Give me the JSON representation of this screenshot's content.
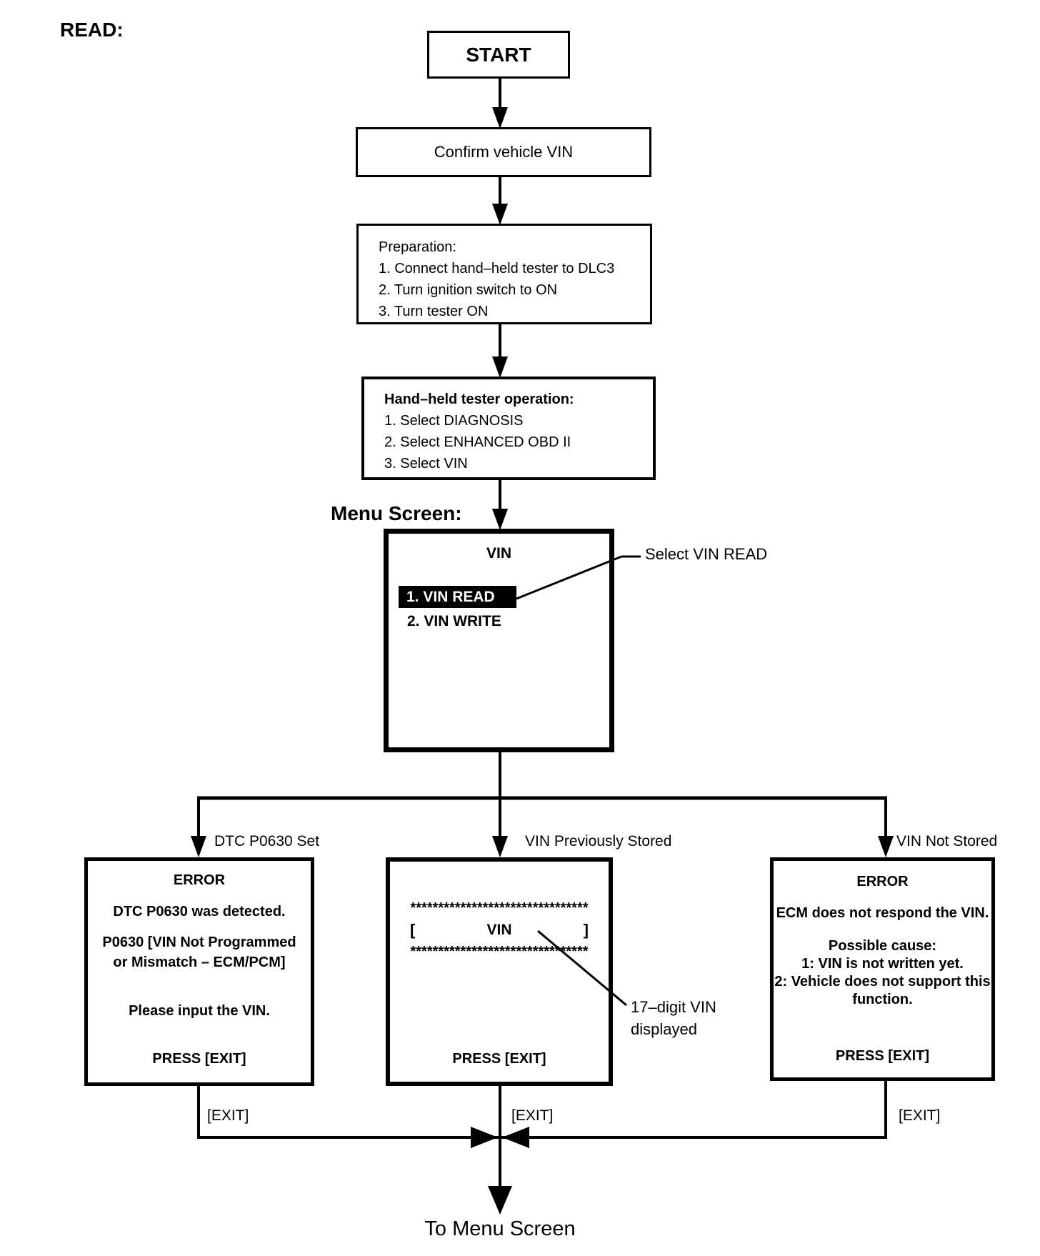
{
  "page": {
    "read_label": "READ:"
  },
  "colors": {
    "highlight_bg": "#000000",
    "highlight_text": "#ffffff",
    "line": "#000000"
  },
  "flow": {
    "start": "START",
    "confirm": "Confirm vehicle VIN",
    "preparation": {
      "lines": [
        "Preparation:",
        "1. Connect hand–held tester to DLC3",
        "2. Turn ignition switch to ON",
        "3. Turn tester ON"
      ]
    },
    "tester": {
      "title": "Hand–held tester operation:",
      "lines": [
        "1. Select DIAGNOSIS",
        "2. Select ENHANCED OBD II",
        "3. Select VIN"
      ]
    },
    "menu_label": "Menu Screen:",
    "menu": {
      "title": "VIN",
      "items": [
        {
          "label": "1. VIN READ",
          "selected": true
        },
        {
          "label": "2. VIN WRITE",
          "selected": false
        }
      ],
      "annotation": "Select VIN READ"
    }
  },
  "branches": {
    "left": {
      "label": "DTC P0630 Set",
      "screen": {
        "title": "ERROR",
        "lines": [
          "DTC P0630 was detected.",
          "P0630  [VIN Not Programmed",
          "or Mismatch – ECM/PCM]",
          "Please input the VIN."
        ],
        "press": "PRESS [EXIT]"
      },
      "exit_label": "[EXIT]"
    },
    "middle": {
      "label": "VIN Previously Stored",
      "screen": {
        "stars": "********************************",
        "bracket_open": "[",
        "vin": "VIN",
        "bracket_close": "]",
        "press": "PRESS [EXIT]"
      },
      "annotation_line1": "17–digit VIN",
      "annotation_line2": "displayed",
      "exit_label": "[EXIT]"
    },
    "right": {
      "label": "VIN Not Stored",
      "screen": {
        "title": "ERROR",
        "lines": [
          "ECM does not respond the VIN.",
          "Possible cause:",
          "1: VIN is not written yet.",
          "2: Vehicle does not support this",
          "function."
        ],
        "press": "PRESS [EXIT]"
      },
      "exit_label": "[EXIT]"
    }
  },
  "footer": {
    "to_menu": "To Menu Screen"
  }
}
